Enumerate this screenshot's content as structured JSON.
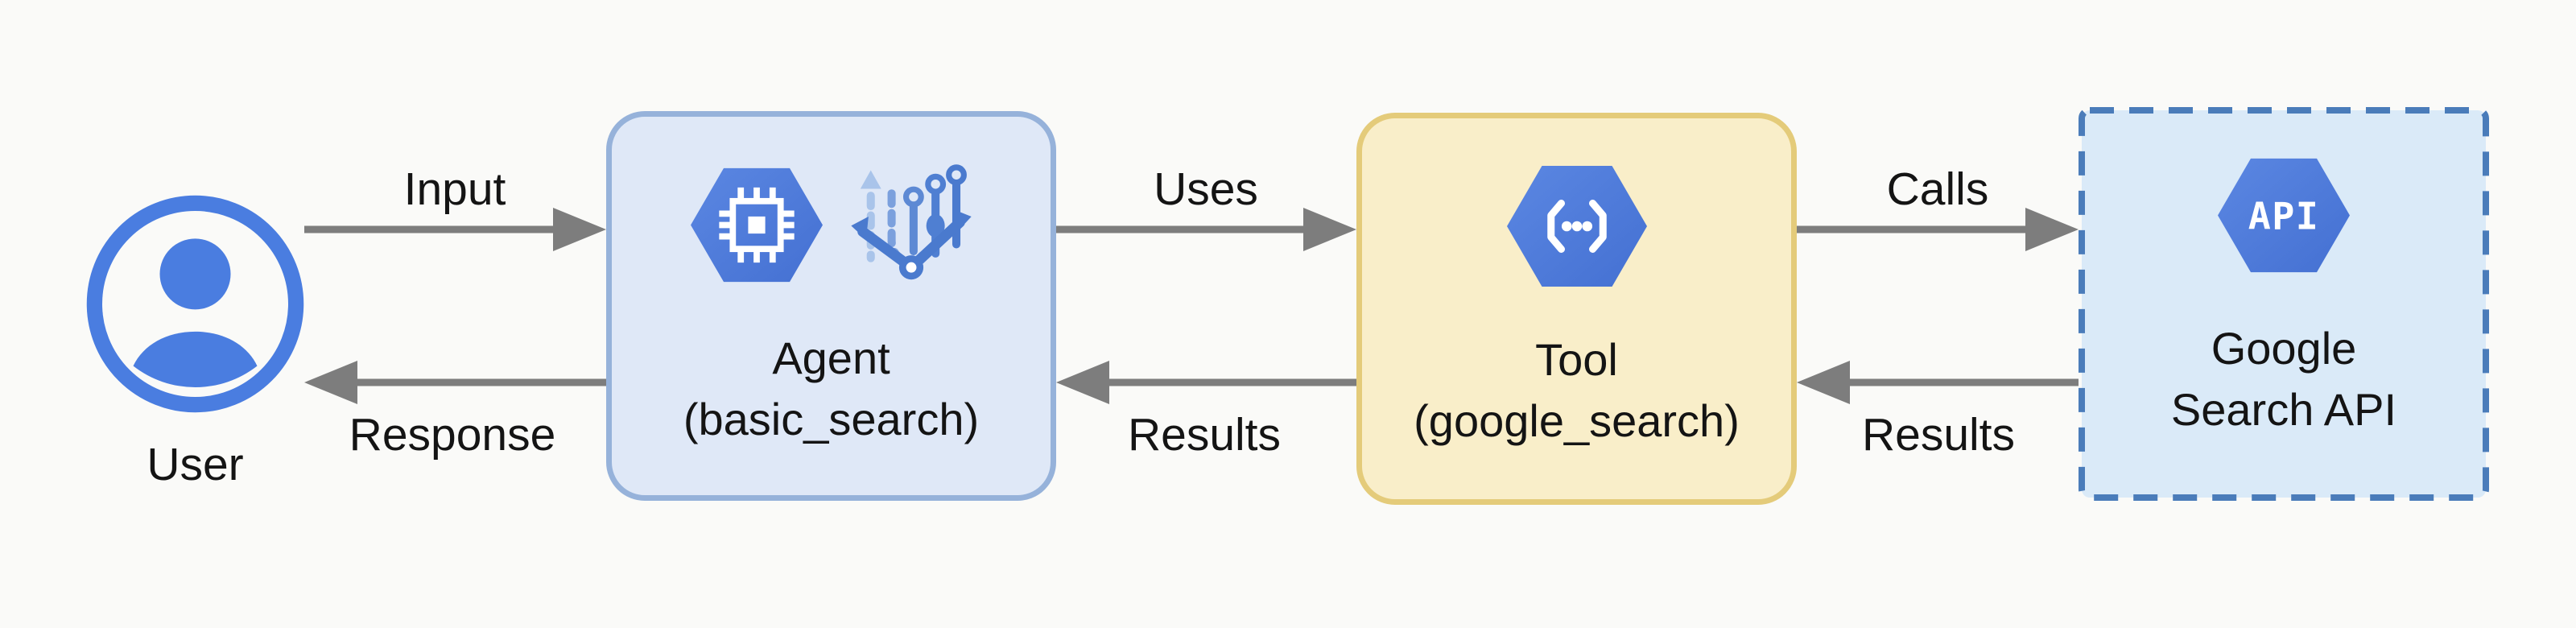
{
  "diagram": {
    "nodes": {
      "user": {
        "label": "User"
      },
      "agent": {
        "title": "Agent",
        "subtitle": "(basic_search)"
      },
      "tool": {
        "title": "Tool",
        "subtitle": "(google_search)"
      },
      "api": {
        "title": "Google",
        "subtitle": "Search API",
        "icon_text": "API"
      }
    },
    "edges": [
      {
        "id": "input",
        "label": "Input",
        "from": "user",
        "to": "agent",
        "direction": "right"
      },
      {
        "id": "uses",
        "label": "Uses",
        "from": "agent",
        "to": "tool",
        "direction": "right"
      },
      {
        "id": "calls",
        "label": "Calls",
        "from": "tool",
        "to": "api",
        "direction": "right"
      },
      {
        "id": "response",
        "label": "Response",
        "from": "agent",
        "to": "user",
        "direction": "left"
      },
      {
        "id": "results_tool_to_agent",
        "label": "Results",
        "from": "tool",
        "to": "agent",
        "direction": "left"
      },
      {
        "id": "results_api_to_tool",
        "label": "Results",
        "from": "api",
        "to": "tool",
        "direction": "left"
      }
    ],
    "icons": {
      "user": "account-circle-icon",
      "agent": [
        "chip-hexagon-icon",
        "branch-pipeline-icon"
      ],
      "tool": "code-brackets-hexagon-icon",
      "api": "api-hexagon-icon"
    },
    "colors": {
      "background": "#fafaf8",
      "icon_blue": "#4a7de0",
      "hexagon_blue_light": "#5b87e2",
      "hexagon_blue_dark": "#4470d2",
      "agent_box_fill": "#dfe8f7",
      "agent_box_border": "#96b2da",
      "tool_box_fill": "#f9eec9",
      "tool_box_border": "#e4cb7a",
      "api_box_fill": "#daeaf8",
      "api_box_border": "#4a7cba",
      "arrow_gray": "#7d7d7d",
      "text": "#141414"
    }
  }
}
